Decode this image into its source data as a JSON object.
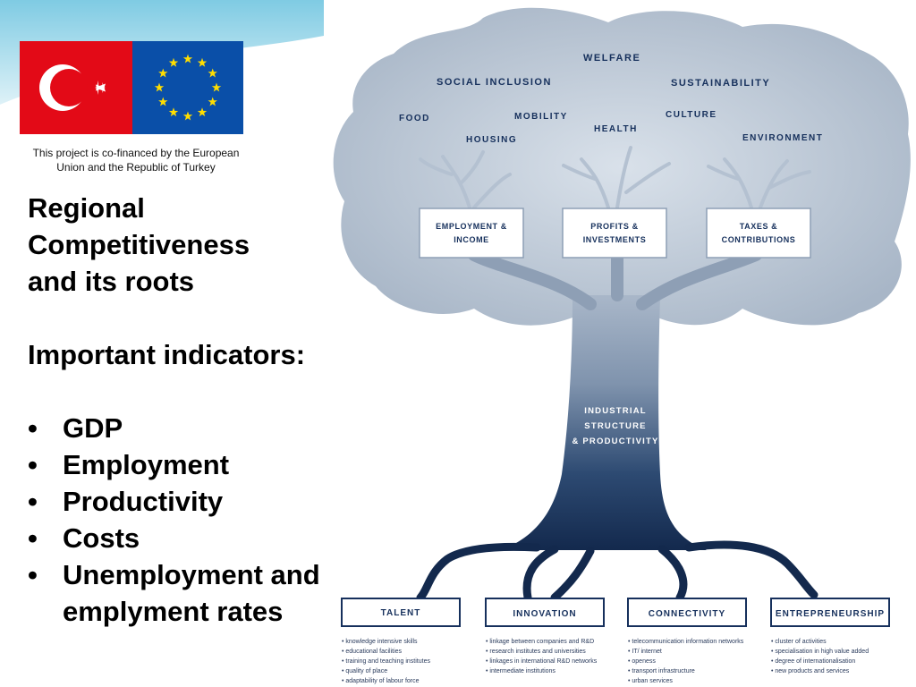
{
  "cofinance_text_line1": "This project is co-financed by the European",
  "cofinance_text_line2": "Union and the Republic of Turkey",
  "heading_lines": [
    "Regional",
    "Competitiveness",
    "and its roots"
  ],
  "indicators_title": "Important indicators:",
  "indicators": [
    "GDP",
    "Employment",
    "Productivity",
    "Costs",
    "Unemployment and",
    "emplyment rates"
  ],
  "tree": {
    "crown_labels": {
      "welfare": "WELFARE",
      "social_inclusion": "SOCIAL INCLUSION",
      "sustainability": "SUSTAINABILITY",
      "food": "FOOD",
      "mobility": "MOBILITY",
      "culture": "CULTURE",
      "health": "HEALTH",
      "housing": "HOUSING",
      "environment": "ENVIRONMENT"
    },
    "boxes": [
      {
        "line1": "EMPLOYMENT &",
        "line2": "INCOME"
      },
      {
        "line1": "PROFITS &",
        "line2": "INVESTMENTS"
      },
      {
        "line1": "TAXES &",
        "line2": "CONTRIBUTIONS"
      }
    ],
    "trunk": {
      "line1": "INDUSTRIAL",
      "line2": "STRUCTURE",
      "line3": "& PRODUCTIVITY"
    },
    "roots": [
      {
        "title": "TALENT",
        "items": [
          "• knowledge intensive skills",
          "• educational facilities",
          "• training and teaching institutes",
          "• quality of place",
          "• adaptability of labour force"
        ]
      },
      {
        "title": "INNOVATION",
        "items": [
          "• linkage between companies and R&D",
          "• research institutes and universities",
          "• linkages in international R&D networks",
          "• intermediate institutions"
        ]
      },
      {
        "title": "CONNECTIVITY",
        "items": [
          "• telecommunication information networks",
          "• IT/ internet",
          "• openess",
          "• transport infrastructure",
          "• urban services"
        ]
      },
      {
        "title": "ENTREPRENEURSHIP",
        "items": [
          "• cluster of activities",
          "• specialisation in high value added",
          "• degree of internationalisation",
          "• new products and services"
        ]
      }
    ]
  },
  "colors": {
    "turkey_red": "#e30a17",
    "eu_blue": "#0a4fa8",
    "eu_star": "#ffdd00",
    "tree_navy": "#16305c",
    "crown": "#b7c3d2"
  }
}
